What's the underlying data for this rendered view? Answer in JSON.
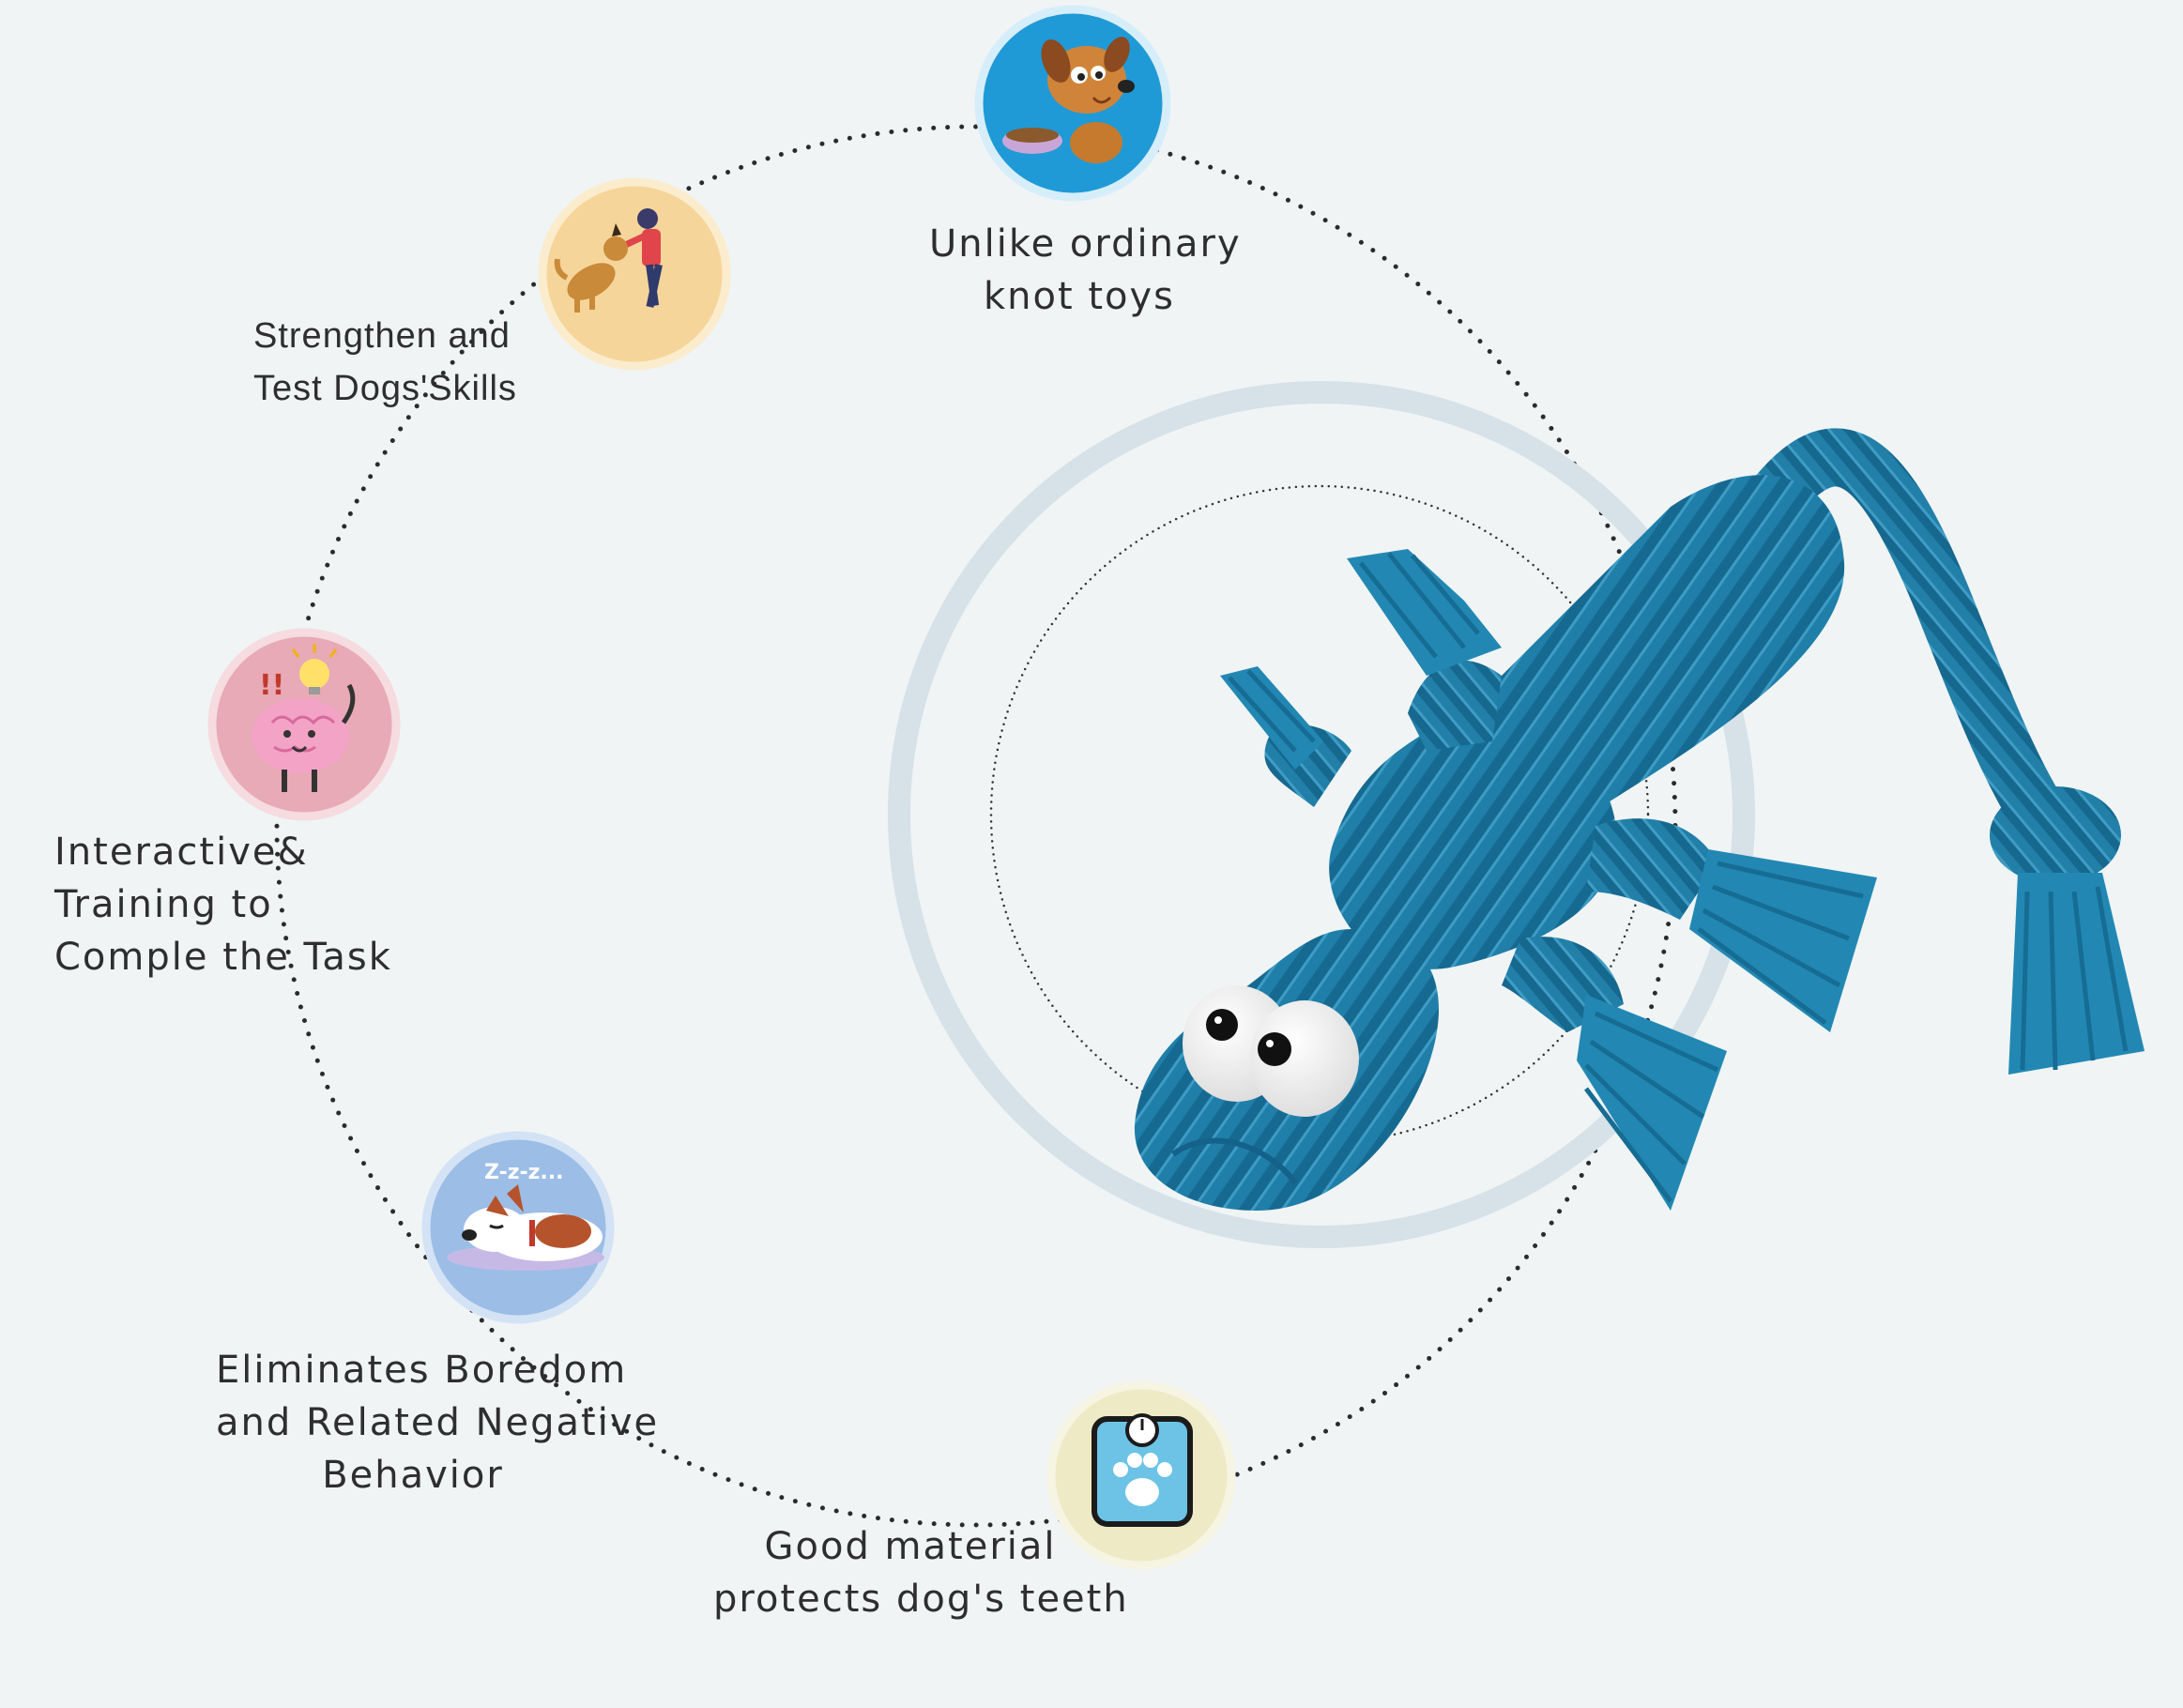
{
  "features": [
    {
      "id": "unlike-ordinary",
      "lines": [
        "Unlike ordinary",
        "knot toys"
      ],
      "icon": "puppy-with-bowl-icon",
      "badge_color": "#1f9ad6"
    },
    {
      "id": "strengthen-skills",
      "lines": [
        "Strengthen and",
        "Test Dogs'Skills"
      ],
      "icon": "dog-training-high-five-icon",
      "badge_color": "#f6d59a"
    },
    {
      "id": "interactive-training",
      "lines": [
        "Interactive&",
        "Training to",
        "Comple the Task"
      ],
      "icon": "thinking-brain-icon",
      "badge_color": "#e7aab6"
    },
    {
      "id": "eliminates-boredom",
      "lines": [
        "Eliminates Boredom",
        "and Related Negative",
        "Behavior"
      ],
      "icon": "sleeping-dog-icon",
      "badge_color": "#9cbde6"
    },
    {
      "id": "good-material",
      "lines": [
        "Good material",
        "protects dog's teeth"
      ],
      "icon": "paw-scale-icon",
      "badge_color": "#eeeac5"
    }
  ],
  "product": {
    "icon": "blue-rope-lizard-toy",
    "color": "#1e7fa8"
  }
}
